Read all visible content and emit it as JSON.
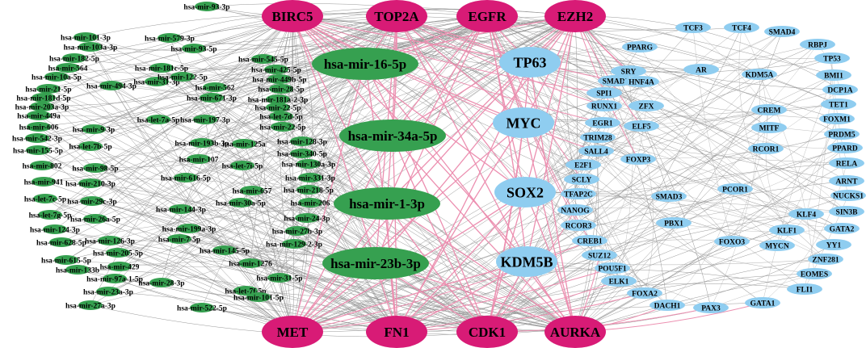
{
  "colors": {
    "hub": "#d81b76",
    "mirna": "#36a050",
    "tf": "#8fcdf0",
    "mi_edge": "#ec8fb0",
    "tf_edge": "#9a9a9a"
  },
  "hubs": [
    "BIRC5",
    "TOP2A",
    "EGFR",
    "EZH2",
    "MET",
    "FN1",
    "CDK1",
    "AURKA"
  ],
  "big_mirnas": [
    "hsa-mir-16-5p",
    "hsa-mir-34a-5p",
    "hsa-mir-1-3p",
    "hsa-mir-23b-3p"
  ],
  "big_tfs": [
    "TP63",
    "MYC",
    "SOX2",
    "KDM5B"
  ],
  "mirnas": [
    "hsa-mir-93-3p",
    "hsa-mir-101-3p",
    "hsa-mir-103a-3p",
    "hsa-mir-182-5p",
    "hsa-mir-564",
    "hsa-mir-10a-5p",
    "hsa-mir-21-5p",
    "hsa-mir-181d-5p",
    "hsa-mir-203a-3p",
    "hsa-mir-449a",
    "hsa-mir-606",
    "hsa-mir-542-3p",
    "hsa-mir-155-5p",
    "hsa-mir-802",
    "hsa-mir-941",
    "hsa-let-7c-5p",
    "hsa-let-7g-5p",
    "hsa-mir-124-3p",
    "hsa-mir-628-5p",
    "hsa-mir-615-5p",
    "hsa-mir-133b",
    "hsa-mir-579-3p",
    "hsa-mir-93-5p",
    "hsa-mir-181c-5p",
    "hsa-mir-31-3p",
    "hsa-mir-494-3p",
    "hsa-let-7a-5p",
    "hsa-mir-9-3p",
    "hsa-let-7b-5p",
    "hsa-mir-98-5p",
    "hsa-mir-210-3p",
    "hsa-mir-29c-3p",
    "hsa-mir-26a-5p",
    "hsa-mir-126-3p",
    "hsa-mir-205-5p",
    "hsa-mir-429",
    "hsa-mir-97a-1-5p",
    "hsa-mir-23a-3p",
    "hsa-mir-27a-3p",
    "hsa-mir-122-5p",
    "hsa-mir-562",
    "hsa-mir-671-3p",
    "hsa-mir-197-3p",
    "hsa-mir-193b-3p",
    "hsa-mir-107",
    "hsa-mir-616-5p",
    "hsa-mir-144-3p",
    "hsa-mir-7-5p",
    "hsa-mir-28-3p",
    "hsa-mir-545-5p",
    "hsa-mir-425-5p",
    "hsa-mir-449b-5p",
    "hsa-mir-28-5p",
    "hsa-mir-181a-2-3p",
    "hsa-mir-22-5p",
    "hsa-let-7d-5p",
    "hsa-mir-22-5p",
    "hsa-mir-125a",
    "hsa-mir-128-3p",
    "hsa-mir-340-5p",
    "hsa-let-7i-5p",
    "hsa-mir-130a-3p",
    "hsa-mir-331-3p",
    "hsa-mir-657",
    "hsa-mir-218-5p",
    "hsa-mir-30a-5p",
    "hsa-mir-206",
    "hsa-mir-24-3p",
    "hsa-mir-199a-3p",
    "hsa-mir-27b-3p",
    "hsa-mir-129-2-3p",
    "hsa-mir-145-5p",
    "hsa-mir-1276",
    "hsa-mir-31-5p",
    "hsa-let-7f-5p",
    "hsa-mir-101-5p",
    "hsa-mir-522-5p"
  ],
  "tfs": [
    "PPARG",
    "SRY",
    "SMAD2",
    "SPI1",
    "RUNX1",
    "EGR1",
    "TRIM28",
    "SALL4",
    "E2F1",
    "SCLY",
    "TFAP2C",
    "NANOG",
    "RCOR3",
    "CREB1",
    "SUZ12",
    "POU5F1",
    "ELK1",
    "FOXA2",
    "DACH1",
    "PAX3",
    "GATA1",
    "FLI1",
    "EOMES",
    "ZNF281",
    "YY1",
    "GATA2",
    "SIN3B",
    "NUCKS1",
    "ARNT",
    "RELA",
    "PPARD",
    "PRDM5",
    "FOXM1",
    "TET1",
    "DCP1A",
    "BMI1",
    "TP53",
    "RBPJ",
    "SMAD4",
    "TCF4",
    "TCF3",
    "AR",
    "HNF4A",
    "KDM5A",
    "ZFX",
    "ELF5",
    "CREM",
    "MITF",
    "RCOR1",
    "FOXP3",
    "SMAD3",
    "PCOR1",
    "PBX1",
    "KLF4",
    "KLF1",
    "FOXO3",
    "MYCN"
  ]
}
